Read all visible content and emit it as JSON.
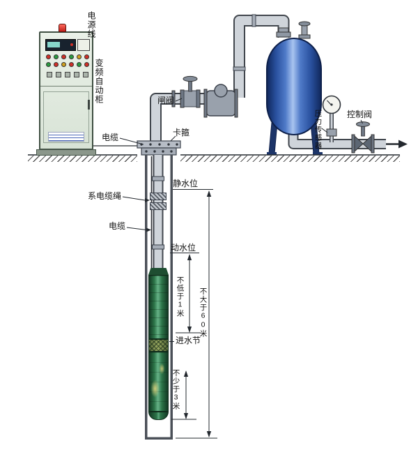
{
  "labels": {
    "power_line": "电源线",
    "vfd_cabinet": "变频自动柜",
    "cable_top": "电缆",
    "gate_valve": "闸阀",
    "clamp": "卡箍",
    "static_water_level": "静水位",
    "tie_cable_rope": "系电缆绳",
    "cable_well": "电缆",
    "dynamic_water_level": "动水位",
    "min_1m": "不低于1米",
    "inlet_section": "进水节",
    "min_3m": "不少于3米",
    "max_60m": "不大于60米",
    "pressure_sensor": "压力传感器",
    "control_valve": "控制阀"
  },
  "colors": {
    "tank_blue": "#2d55a8",
    "pump_green": "#2e7a4c",
    "pipe_gray": "#cfd4da",
    "cabinet_body": "#e4ece2",
    "alarm_red": "#d03028",
    "line_black": "#23282e"
  }
}
